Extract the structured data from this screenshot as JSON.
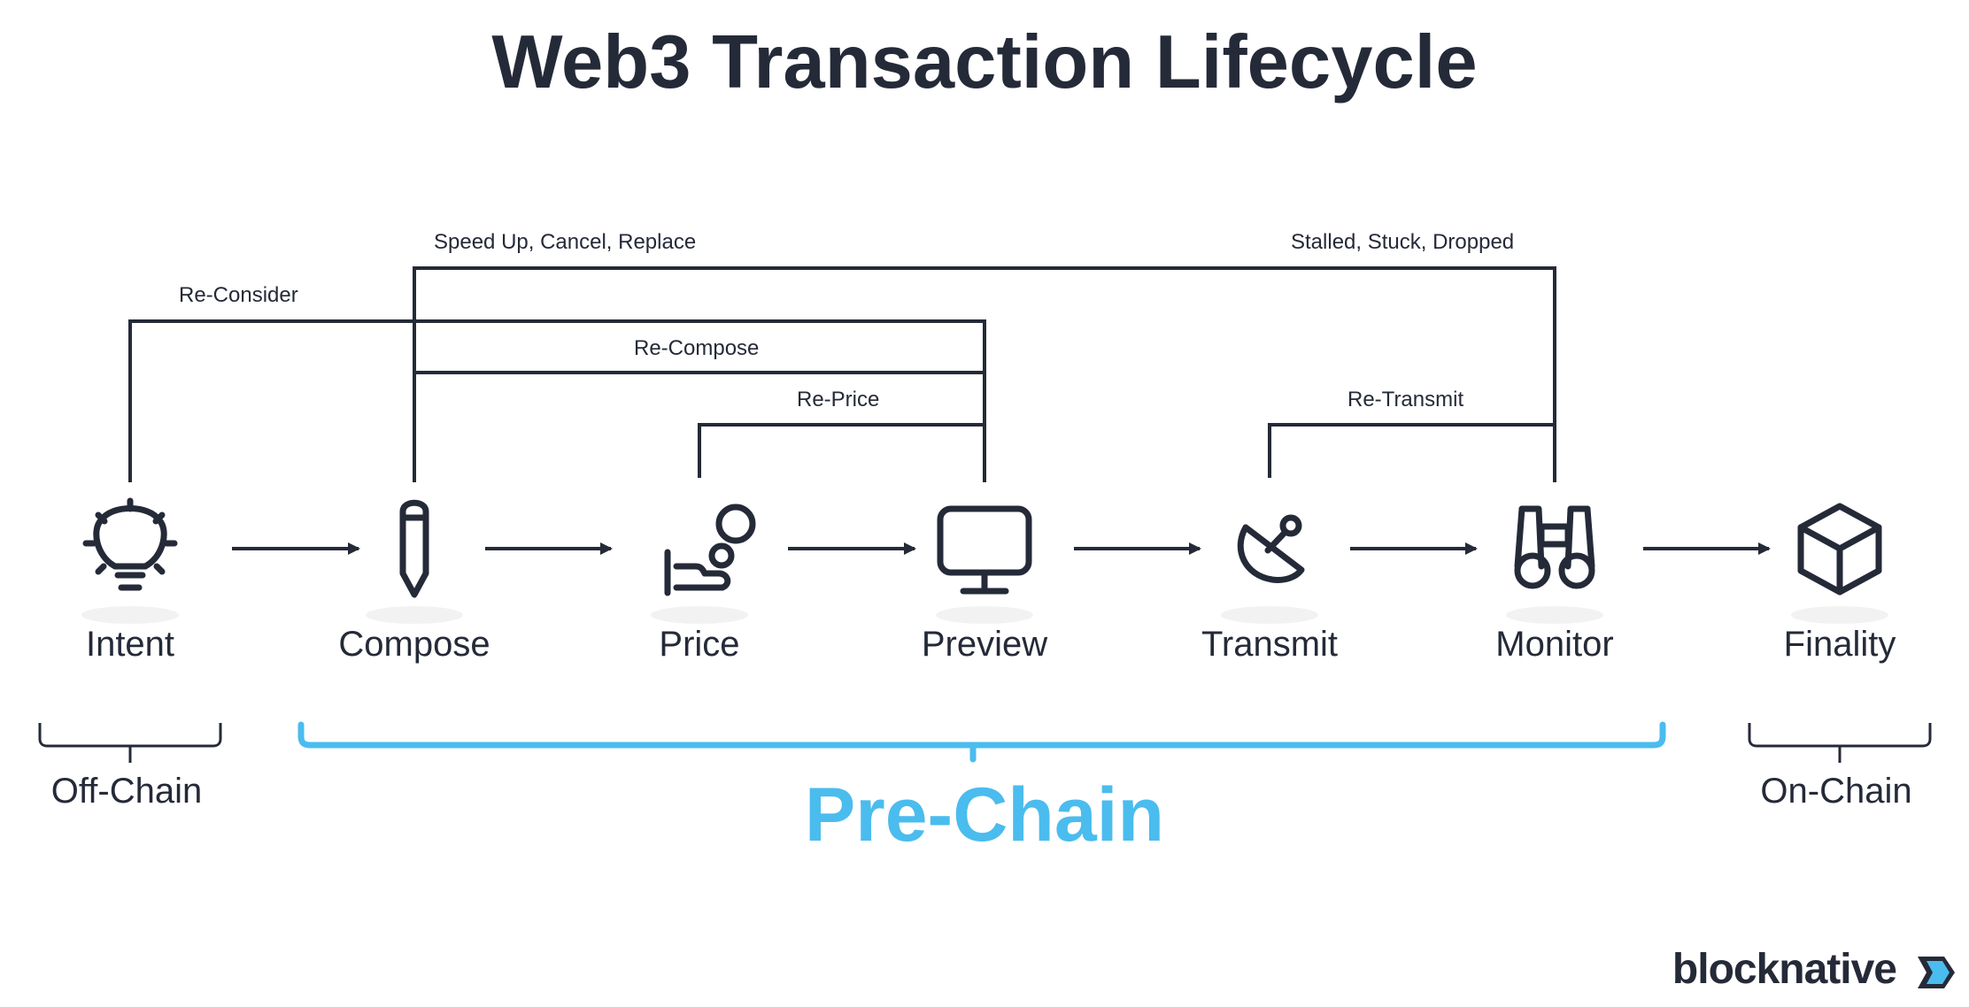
{
  "title": "Web3 Transaction Lifecycle",
  "loops": {
    "speed_up": "Speed Up, Cancel, Replace",
    "stalled": "Stalled, Stuck, Dropped",
    "reconsider": "Re-Consider",
    "recompose": "Re-Compose",
    "reprice": "Re-Price",
    "retransmit": "Re-Transmit"
  },
  "steps": [
    {
      "label": "Intent",
      "icon": "lightbulb-icon"
    },
    {
      "label": "Compose",
      "icon": "pencil-icon"
    },
    {
      "label": "Price",
      "icon": "gas-price-icon"
    },
    {
      "label": "Preview",
      "icon": "monitor-icon"
    },
    {
      "label": "Transmit",
      "icon": "satellite-dish-icon"
    },
    {
      "label": "Monitor",
      "icon": "binoculars-icon"
    },
    {
      "label": "Finality",
      "icon": "cube-icon"
    }
  ],
  "phases": {
    "off_chain": "Off-Chain",
    "pre_chain": "Pre-Chain",
    "on_chain": "On-Chain"
  },
  "brand": {
    "name": "blocknative",
    "accent_color": "#4bbcee",
    "text_color": "#252a38"
  }
}
